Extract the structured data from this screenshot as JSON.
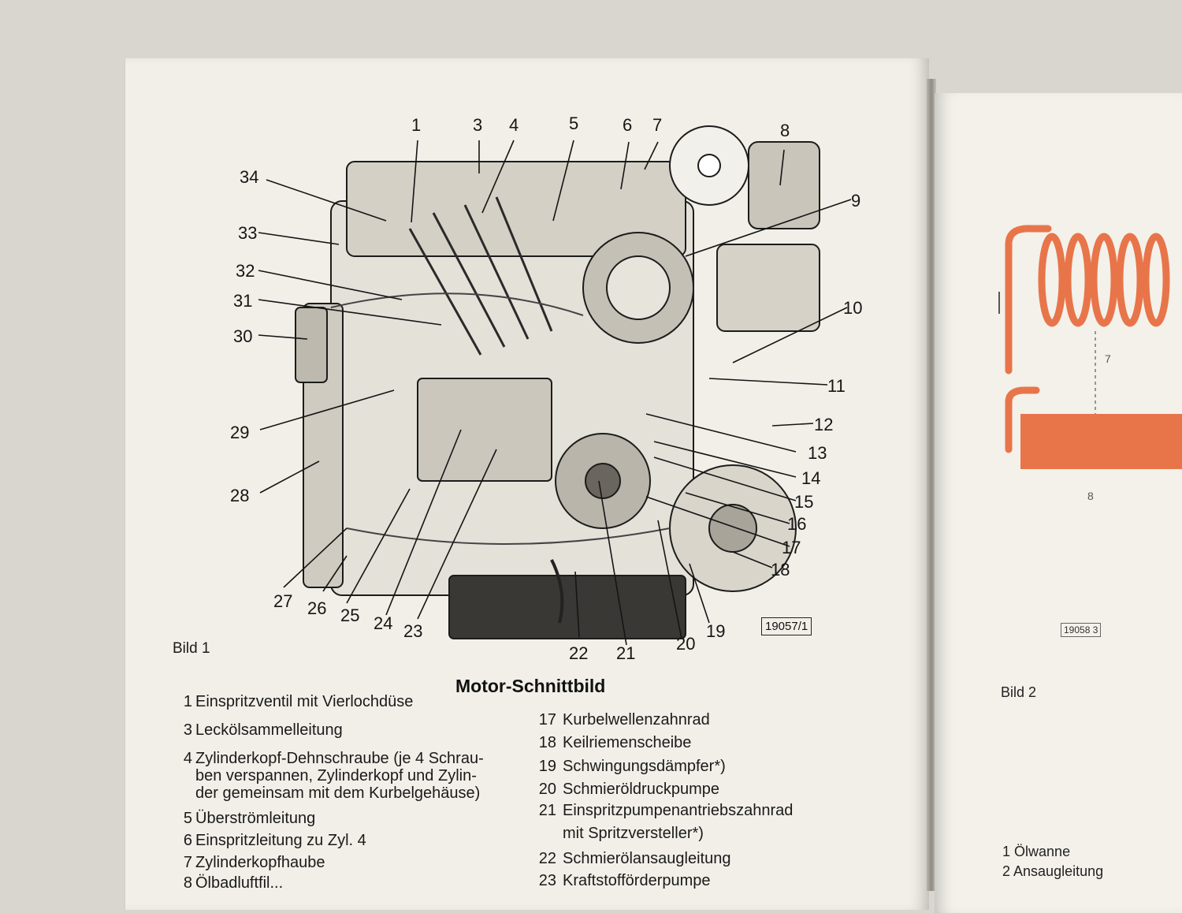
{
  "left_page": {
    "figure_label": "Bild 1",
    "figure_code": "19057/1",
    "title": "Motor-Schnittbild",
    "callouts": [
      "1",
      "3",
      "4",
      "5",
      "6",
      "7",
      "8",
      "9",
      "10",
      "11",
      "12",
      "13",
      "14",
      "15",
      "16",
      "17",
      "18",
      "19",
      "20",
      "21",
      "22",
      "23",
      "24",
      "25",
      "26",
      "27",
      "28",
      "29",
      "30",
      "31",
      "32",
      "33",
      "34"
    ],
    "legend_col1": [
      {
        "n": "1",
        "text": "Einspritzventil mit Vierlochdüse"
      },
      {
        "n": "3",
        "text": "Leckölsammelleitung"
      },
      {
        "n": "4",
        "text": "Zylinderkopf-Dehnschraube (je 4 Schrau-"
      },
      {
        "n": "",
        "text": "ben verspannen, Zylinderkopf und Zylin-"
      },
      {
        "n": "",
        "text": "der gemeinsam mit dem Kurbelgehäuse)"
      },
      {
        "n": "5",
        "text": "Überströmleitung"
      },
      {
        "n": "6",
        "text": "Einspritzleitung zu Zyl. 4"
      },
      {
        "n": "7",
        "text": "Zylinderkopfhaube"
      },
      {
        "n": "8",
        "text": "Ölbadluftfil..."
      }
    ],
    "legend_col2": [
      {
        "n": "17",
        "text": "Kurbelwellenzahnrad"
      },
      {
        "n": "18",
        "text": "Keilriemenscheibe"
      },
      {
        "n": "19",
        "text": "Schwingungsdämpfer*)"
      },
      {
        "n": "20",
        "text": "Schmieröldruckpumpe"
      },
      {
        "n": "21",
        "text": "Einspritzpumpenantriebszahnrad"
      },
      {
        "n": "",
        "text": "mit Spritzversteller*)"
      },
      {
        "n": "22",
        "text": "Schmierölansaugleitung"
      },
      {
        "n": "23",
        "text": "Kraftstofförderpumpe"
      }
    ]
  },
  "right_page": {
    "figure_code": "19058 3",
    "figure_label": "Bild 2",
    "diagram_labels": [
      "7",
      "8"
    ],
    "legend": [
      {
        "n": "1",
        "text": "Ölwanne"
      },
      {
        "n": "2",
        "text": "Ansaugleitung"
      }
    ]
  },
  "colors": {
    "paper": "#f1efe8",
    "ink": "#151515",
    "oil_diagram": "#e8754a"
  }
}
